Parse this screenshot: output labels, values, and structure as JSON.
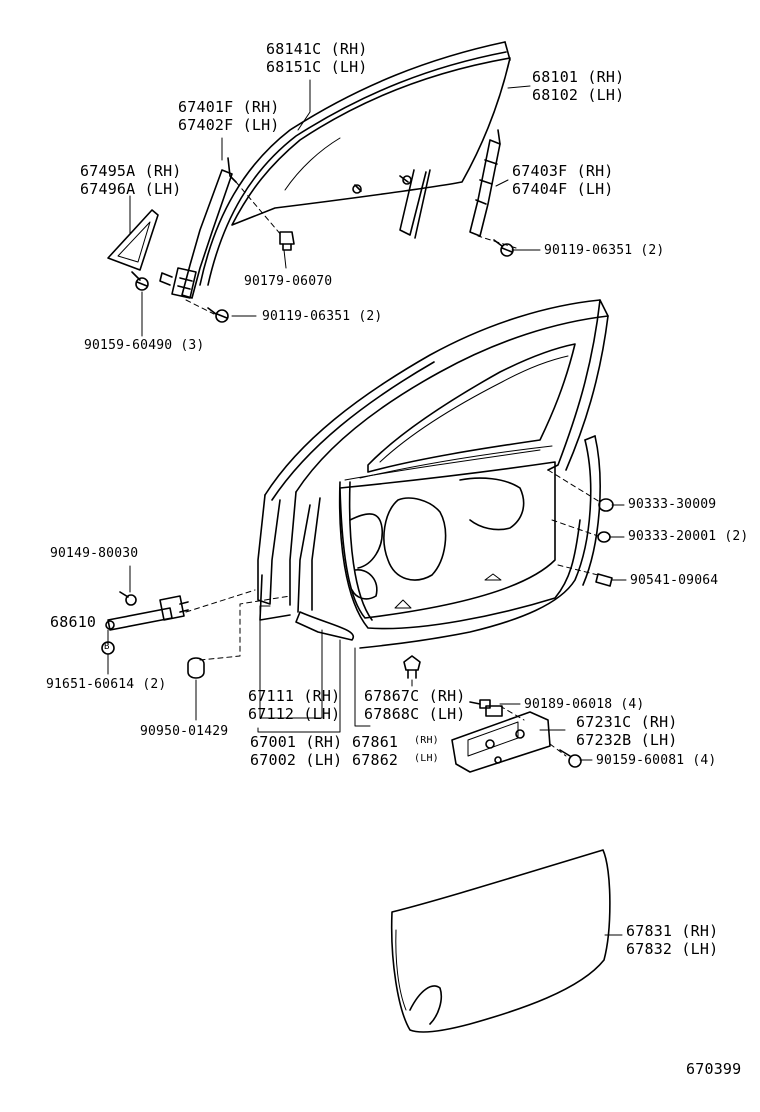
{
  "diagram_code": "670399",
  "labels": {
    "l68141": "68141C (RH)",
    "l68151": "68151C (LH)",
    "l68101": "68101 (RH)",
    "l68102": "68102 (LH)",
    "l67401": "67401F (RH)",
    "l67402": "67402F (LH)",
    "l67495": "67495A (RH)",
    "l67496": "67496A (LH)",
    "l67403": "67403F (RH)",
    "l67404": "67404F (LH)",
    "l90119a": "90119-06351 (2)",
    "l90179": "90179-06070",
    "l90119b": "90119-06351 (2)",
    "l90159a": "90159-60490 (3)",
    "l90333a": "90333-30009",
    "l90333b": "90333-20001 (2)",
    "l90149": "90149-80030",
    "l90541": "90541-09064",
    "l68610": "68610",
    "l91651": "91651-60614 (2)",
    "l67111": "67111 (RH)",
    "l67112": "67112 (LH)",
    "l67867": "67867C (RH)",
    "l67868": "67868C (LH)",
    "l90189": "90189-06018 (4)",
    "l67231": "67231C (RH)",
    "l67232": "67232B (LH)",
    "l90950": "90950-01429",
    "l67001": "67001 (RH)",
    "l67002": "67002 (LH)",
    "l67861": "67861",
    "l67861rh": "(RH)",
    "l67862": "67862",
    "l67862lh": "(LH)",
    "l90159b": "90159-60081 (4)",
    "l67831": "67831 (RH)",
    "l67832": "67832 (LH)",
    "b_mark": "B"
  }
}
